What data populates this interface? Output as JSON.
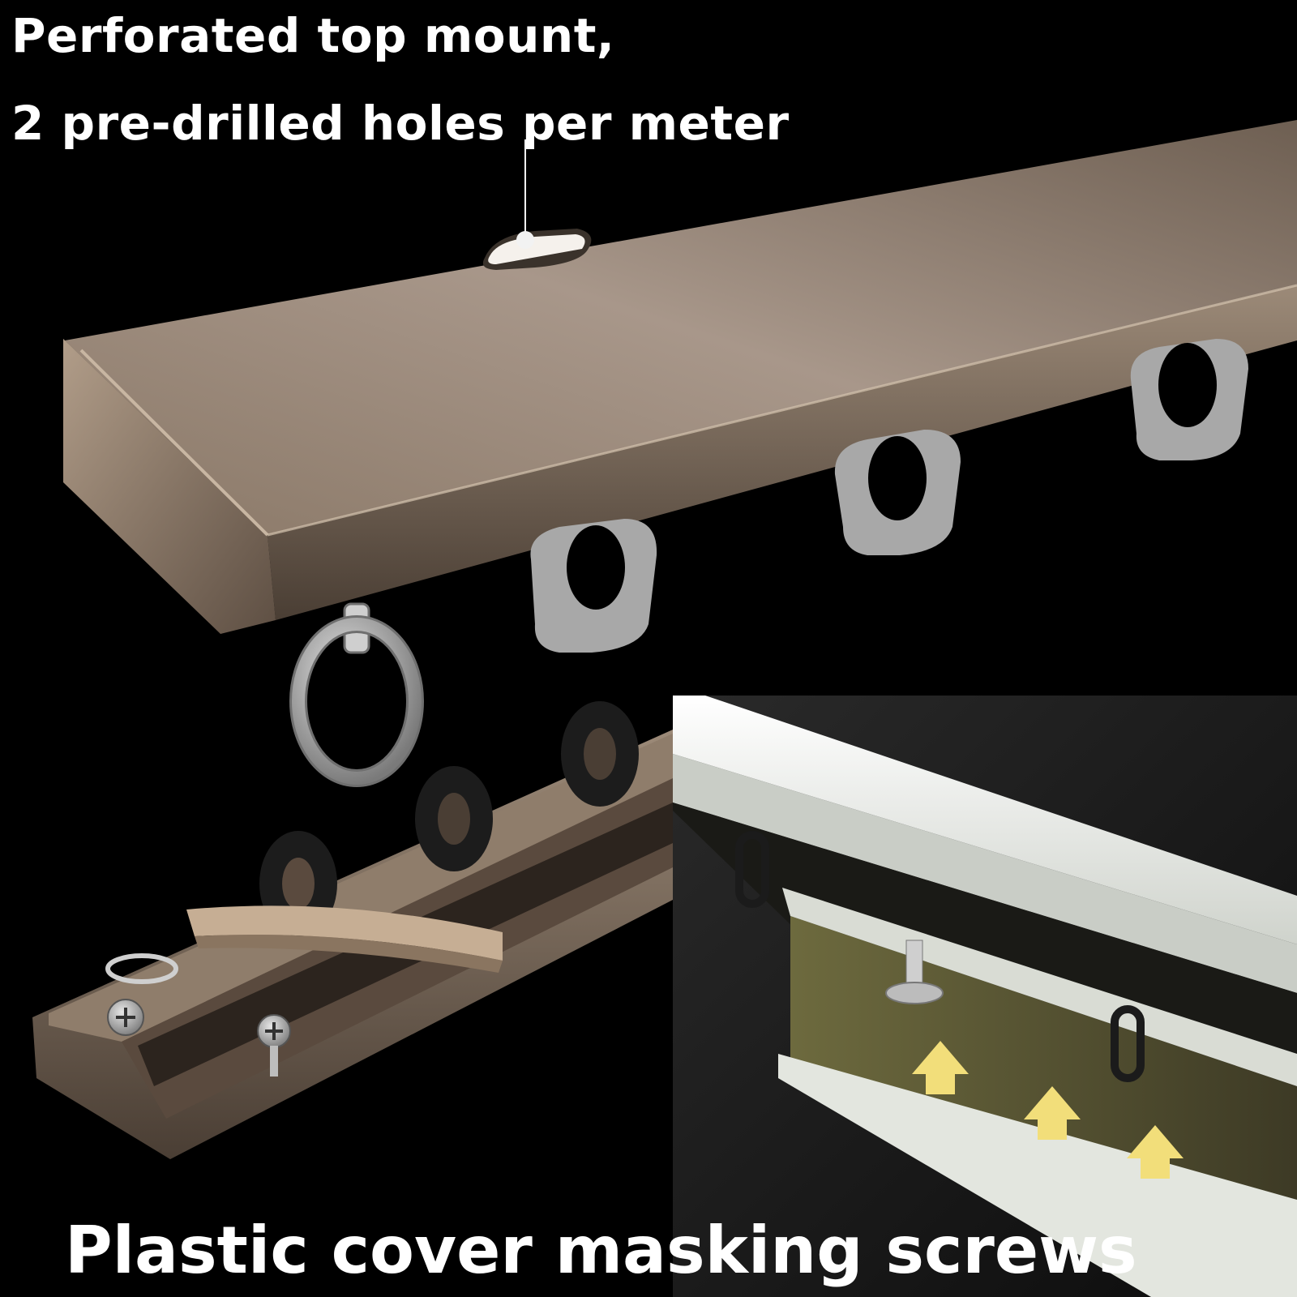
{
  "captions": {
    "top_line_1": "Perforated top mount,",
    "top_line_2": "2 pre-drilled holes per meter",
    "bottom": "Plastic cover masking screws"
  },
  "colors": {
    "background": "#000000",
    "rail_champagne": "#9a8874",
    "runner_silver": "#a8a8a8",
    "inset_white_rail": "#e8ebe6",
    "arrow_yellow": "#f2de7a",
    "text": "#ffffff"
  }
}
